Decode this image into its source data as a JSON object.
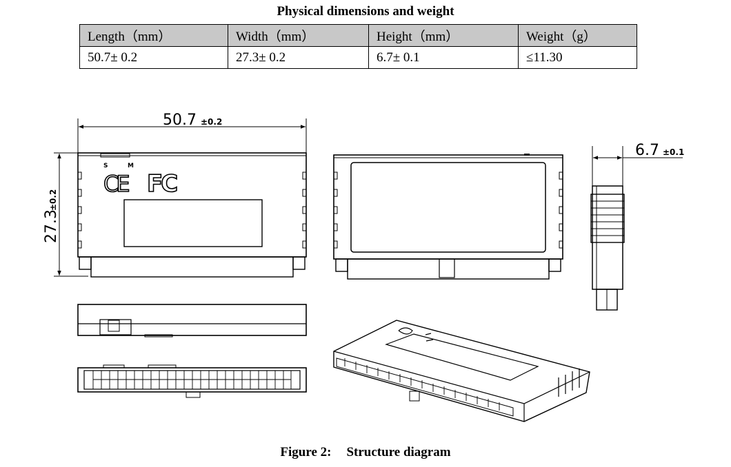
{
  "table": {
    "title": "Physical dimensions and weight",
    "headers": [
      "Length（mm）",
      "Width（mm）",
      "Height（mm）",
      "Weight（g）"
    ],
    "values": [
      "50.7± 0.2",
      "27.3± 0.2",
      "6.7± 0.1",
      "≤11.30"
    ]
  },
  "diagram": {
    "length_dim": "50.7",
    "length_tol": "±0.2",
    "width_dim": "27.3",
    "width_tol": "±0.2",
    "height_dim": "6.7",
    "height_tol": "±0.1",
    "mark_s": "S",
    "mark_m": "M",
    "ce_mark": "CE",
    "fc_mark": "FC"
  },
  "caption": {
    "label": "Figure 2:",
    "text": "Structure diagram"
  }
}
